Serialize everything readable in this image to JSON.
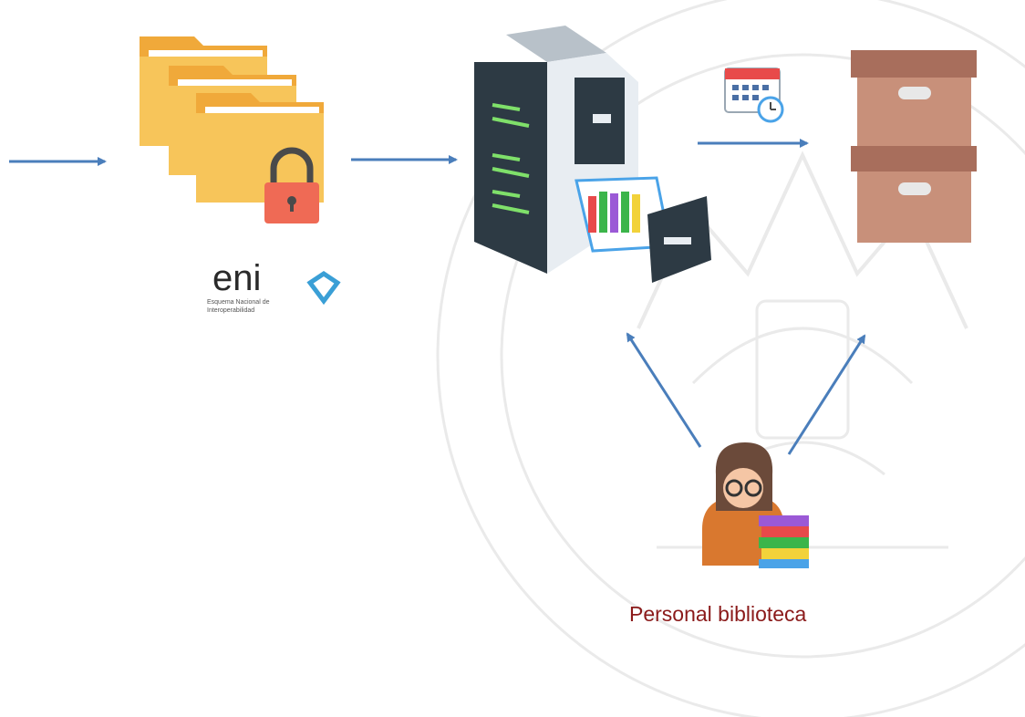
{
  "colors": {
    "arrow": "#4a7ebb",
    "caption": "#8b1a1a",
    "seal": "#d6d6d6",
    "folder": "#f7c55a",
    "folder_tab": "#f0a93a",
    "lock_body": "#ef6a55",
    "lock_shackle": "#4a4a4a",
    "server_face": "#2d3a44",
    "server_side": "#e8edf2",
    "box": "#c8907a",
    "box_lid": "#a86e5c",
    "books": [
      "#e84a4a",
      "#9b59d6",
      "#3bb54a",
      "#f2d23a",
      "#4aa3e8"
    ]
  },
  "icons": {
    "folders": "locked-folders-icon",
    "lock": "padlock-icon",
    "eni_logo": "eni-logo",
    "server": "file-server-icon",
    "calendar": "calendar-clock-icon",
    "boxes": "archive-boxes-icon",
    "librarian": "librarian-icon",
    "seal": "university-seal-watermark"
  },
  "eni_logo": {
    "wordmark": "eni",
    "line1": "Esquema Nacional de",
    "line2": "Interoperabilidad"
  },
  "caption": "Personal biblioteca"
}
